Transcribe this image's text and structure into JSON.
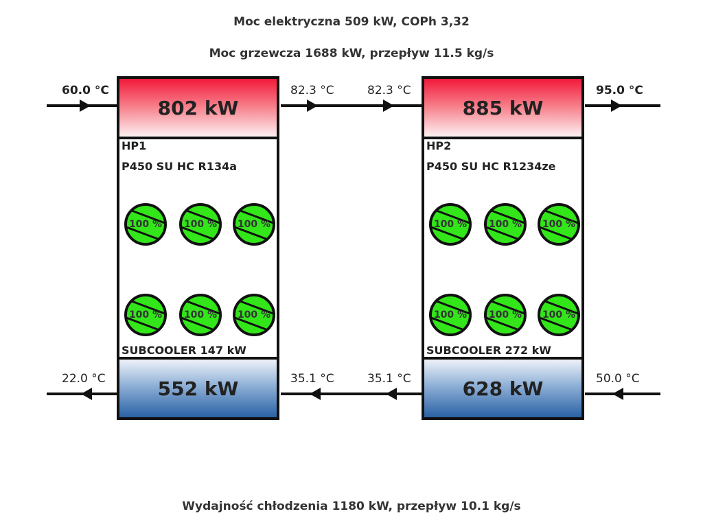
{
  "header": {
    "line1": "Moc elektryczna 509 kW, COPh 3,32",
    "line2": "Moc grzewcza 1688 kW, przepływ 11.5 kg/s"
  },
  "footer": {
    "line": "Wydajność chłodzenia 1180 kW, przepływ 10.1 kg/s"
  },
  "hot_side": {
    "inlet_temp": "60.0 °C",
    "mid_out_temp": "82.3 °C",
    "mid_in_temp": "82.3 °C",
    "outlet_temp": "95.0 °C"
  },
  "cold_side": {
    "outlet_temp": "22.0 °C",
    "mid_out_temp": "35.1 °C",
    "mid_in_temp": "35.1 °C",
    "inlet_temp": "50.0 °C"
  },
  "units": [
    {
      "condenser_power": "802 kW",
      "name": "HP1",
      "model": "P450 SU HC R134a",
      "subcooler": "SUBCOOLER 147 kW",
      "evaporator_power": "552 kW",
      "compressors": [
        "100 %",
        "100 %",
        "100 %",
        "100 %",
        "100 %",
        "100 %"
      ]
    },
    {
      "condenser_power": "885 kW",
      "name": "HP2",
      "model": "P450 SU HC R1234ze",
      "subcooler": "SUBCOOLER 272 kW",
      "evaporator_power": "628 kW",
      "compressors": [
        "100 %",
        "100 %",
        "100 %",
        "100 %",
        "100 %",
        "100 %"
      ]
    }
  ],
  "colors": {
    "compressor_fill": "#33e61a",
    "condenser_top": "#f21a3a",
    "evaporator_bottom": "#2a62a5"
  }
}
